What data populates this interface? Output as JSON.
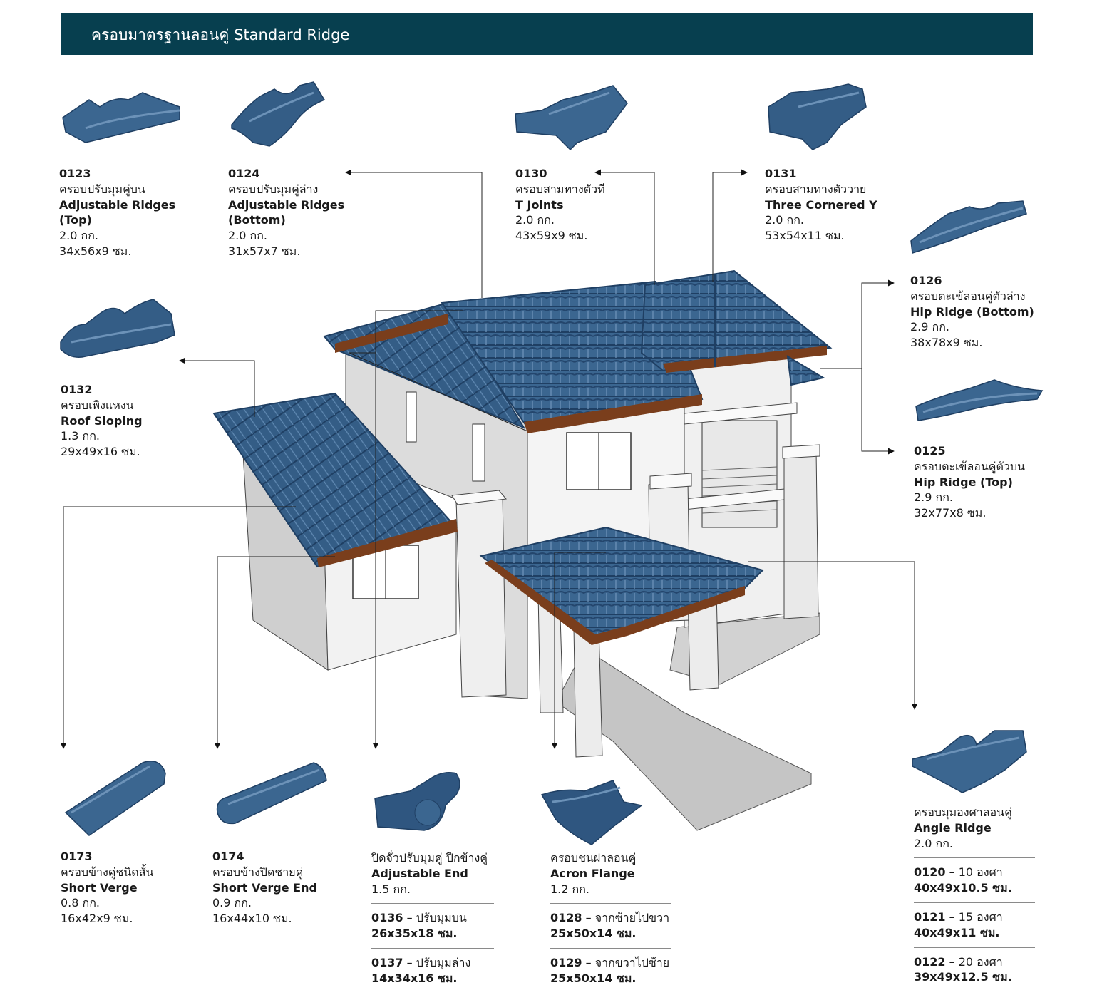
{
  "header": {
    "title": "ครอบมาตรฐานลอนคู่ Standard Ridge"
  },
  "colors": {
    "header_bg": "#073f4f",
    "tile_blue": "#3b6690",
    "tile_dark": "#1f3f63",
    "trim_brown": "#7a3e1c",
    "wall": "#f2f2f2"
  },
  "products": {
    "p0123": {
      "code": "0123",
      "th": "ครอบปรับมุมคู่บน",
      "en1": "Adjustable Ridges",
      "en2": "(Top)",
      "weight": "2.0 กก.",
      "size": "34x56x9 ซม."
    },
    "p0124": {
      "code": "0124",
      "th": "ครอบปรับมุมคู่ล่าง",
      "en1": "Adjustable Ridges",
      "en2": "(Bottom)",
      "weight": "2.0 กก.",
      "size": "31x57x7 ซม."
    },
    "p0130": {
      "code": "0130",
      "th": "ครอบสามทางตัวที",
      "en": "T Joints",
      "weight": "2.0 กก.",
      "size": "43x59x9 ซม."
    },
    "p0131": {
      "code": "0131",
      "th": "ครอบสามทางตัววาย",
      "en": "Three Cornered Y",
      "weight": "2.0 กก.",
      "size": "53x54x11 ซม."
    },
    "p0126": {
      "code": "0126",
      "th": "ครอบตะเข้ลอนคู่ตัวล่าง",
      "en": "Hip Ridge (Bottom)",
      "weight": "2.9 กก.",
      "size": "38x78x9 ซม."
    },
    "p0125": {
      "code": "0125",
      "th": "ครอบตะเข้ลอนคู่ตัวบน",
      "en": "Hip Ridge (Top)",
      "weight": "2.9 กก.",
      "size": "32x77x8 ซม."
    },
    "p0132": {
      "code": "0132",
      "th": "ครอบเพิงแหงน",
      "en": "Roof Sloping",
      "weight": "1.3 กก.",
      "size": "29x49x16 ซม."
    },
    "p0173": {
      "code": "0173",
      "th": "ครอบข้างคู่ชนิดสั้น",
      "en": "Short Verge",
      "weight": "0.8 กก.",
      "size": "16x42x9 ซม."
    },
    "p0174": {
      "code": "0174",
      "th": "ครอบข้างปิดชายคู่",
      "en": "Short Verge End",
      "weight": "0.9 กก.",
      "size": "16x44x10 ซม."
    },
    "adjEnd": {
      "th": "ปิดจั่วปรับมุมคู่ ปีกข้างคู่",
      "en": "Adjustable End",
      "weight": "1.5 กก.",
      "v1": {
        "code": "0136",
        "desc": " – ปรับมุมบน",
        "size": "26x35x18 ซม."
      },
      "v2": {
        "code": "0137",
        "desc": " – ปรับมุมล่าง",
        "size": "14x34x16 ซม."
      }
    },
    "acron": {
      "th": "ครอบชนฝาลอนคู่",
      "en": "Acron Flange",
      "weight": "1.2 กก.",
      "v1": {
        "code": "0128",
        "desc": " – จากซ้ายไปขวา",
        "size": "25x50x14 ซม."
      },
      "v2": {
        "code": "0129",
        "desc": " – จากขวาไปซ้าย",
        "size": "25x50x14 ซม."
      }
    },
    "angle": {
      "th": "ครอบมุมองศาลอนคู่",
      "en": "Angle Ridge",
      "weight": "2.0 กก.",
      "v1": {
        "code": "0120",
        "desc": " – 10 องศา",
        "size": "40x49x10.5 ซม."
      },
      "v2": {
        "code": "0121",
        "desc": " – 15 องศา",
        "size": "40x49x11 ซม."
      },
      "v3": {
        "code": "0122",
        "desc": " – 20 องศา",
        "size": "39x49x12.5 ซม."
      }
    }
  }
}
